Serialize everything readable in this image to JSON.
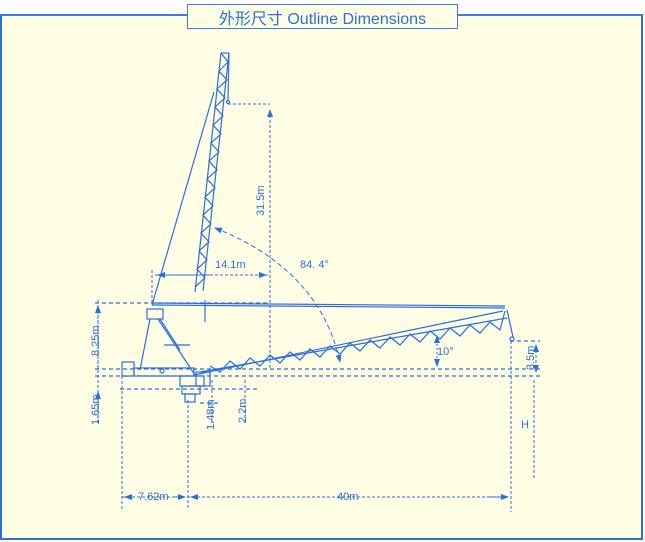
{
  "title": "外形尺寸 Outline Dimensions",
  "colors": {
    "line": "#2a6fe0",
    "background": "#fffee4",
    "frame": "#3b7de0"
  },
  "dimensions": {
    "mast_height": "31.5m",
    "mast_offset": "14.1m",
    "mast_angle": "84. 4°",
    "upper_height": "8.25m",
    "lower_height": "1.65m",
    "pedestal": "1.48m",
    "pivot_height": "2.2m",
    "boom_angle": "10°",
    "hook_height": "3.5m",
    "hook_depth": "H",
    "tail_radius": "7.62m",
    "boom_radius": "40m"
  }
}
